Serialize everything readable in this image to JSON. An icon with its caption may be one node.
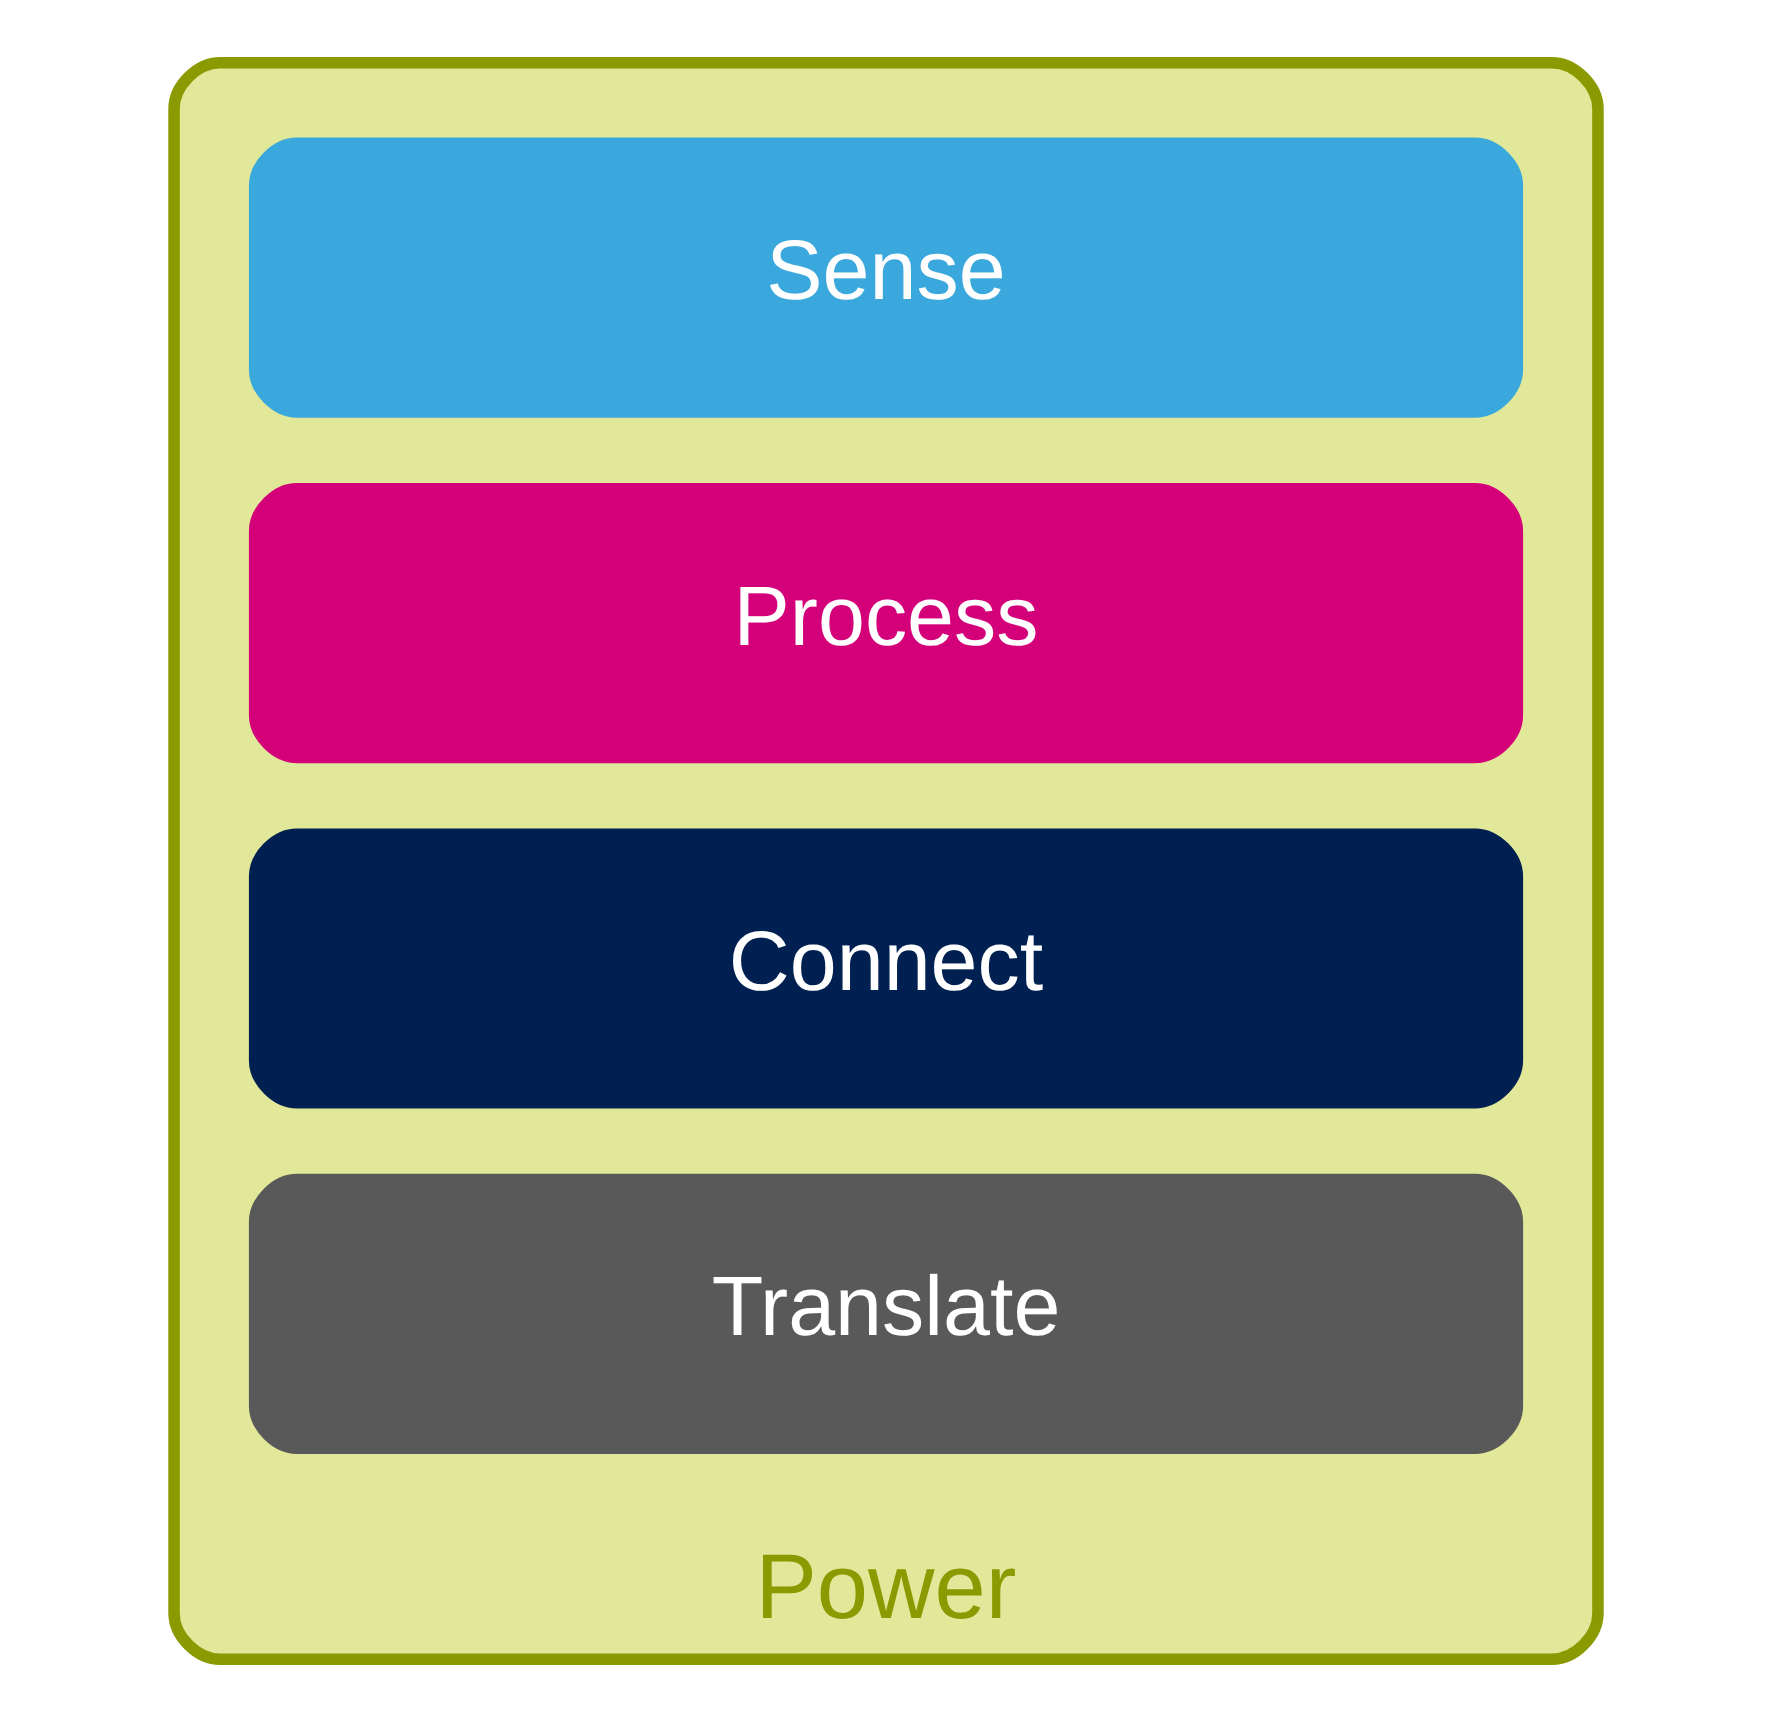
{
  "diagram": {
    "nodes": [
      {
        "text": [
          "Power"
        ]
      },
      {
        "text": [
          "Sense"
        ],
        "in": 0
      },
      {
        "text": [
          "Process"
        ],
        "in": 0
      },
      {
        "text": [
          "Connect"
        ],
        "in": 0
      },
      {
        "text": [
          "Translate"
        ],
        "in": 0
      }
    ],
    "edges": []
  }
}
